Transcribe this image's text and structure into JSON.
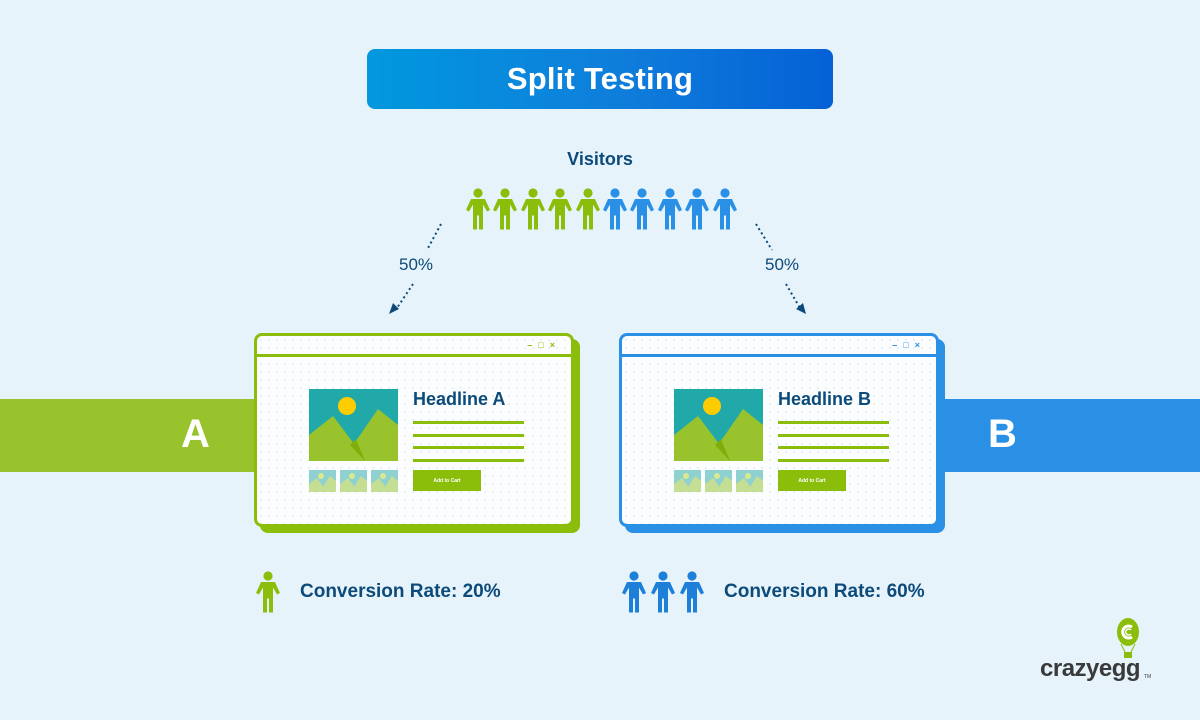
{
  "title": "Split Testing",
  "visitors": {
    "label": "Visitors",
    "total": 10,
    "group_a_count": 5,
    "group_b_count": 5,
    "icons": [
      "person-icon",
      "person-icon",
      "person-icon",
      "person-icon",
      "person-icon",
      "person-icon",
      "person-icon",
      "person-icon",
      "person-icon",
      "person-icon"
    ]
  },
  "split": {
    "left_pct": "50%",
    "right_pct": "50%"
  },
  "variants": {
    "a": {
      "letter": "A",
      "headline": "Headline A",
      "button_label": "Add to Cart",
      "window_controls": [
        "–",
        "□",
        "×"
      ],
      "conversion_label": "Conversion Rate: 20%",
      "conversion_icons": 1,
      "color": "#8bbd0b"
    },
    "b": {
      "letter": "B",
      "headline": "Headline B",
      "button_label": "Add to Cart",
      "window_controls": [
        "–",
        "□",
        "×"
      ],
      "conversion_label": "Conversion Rate: 60%",
      "conversion_icons": 3,
      "color": "#2a90e6"
    }
  },
  "brand": {
    "logo_text": "crazyegg",
    "tm": "TM"
  },
  "colors": {
    "background": "#e6f3fb",
    "green": "#98c32d",
    "blue": "#2a90e6",
    "navy_text": "#0c4a7a",
    "title_gradient_start": "#0198df",
    "title_gradient_end": "#0461d6"
  }
}
